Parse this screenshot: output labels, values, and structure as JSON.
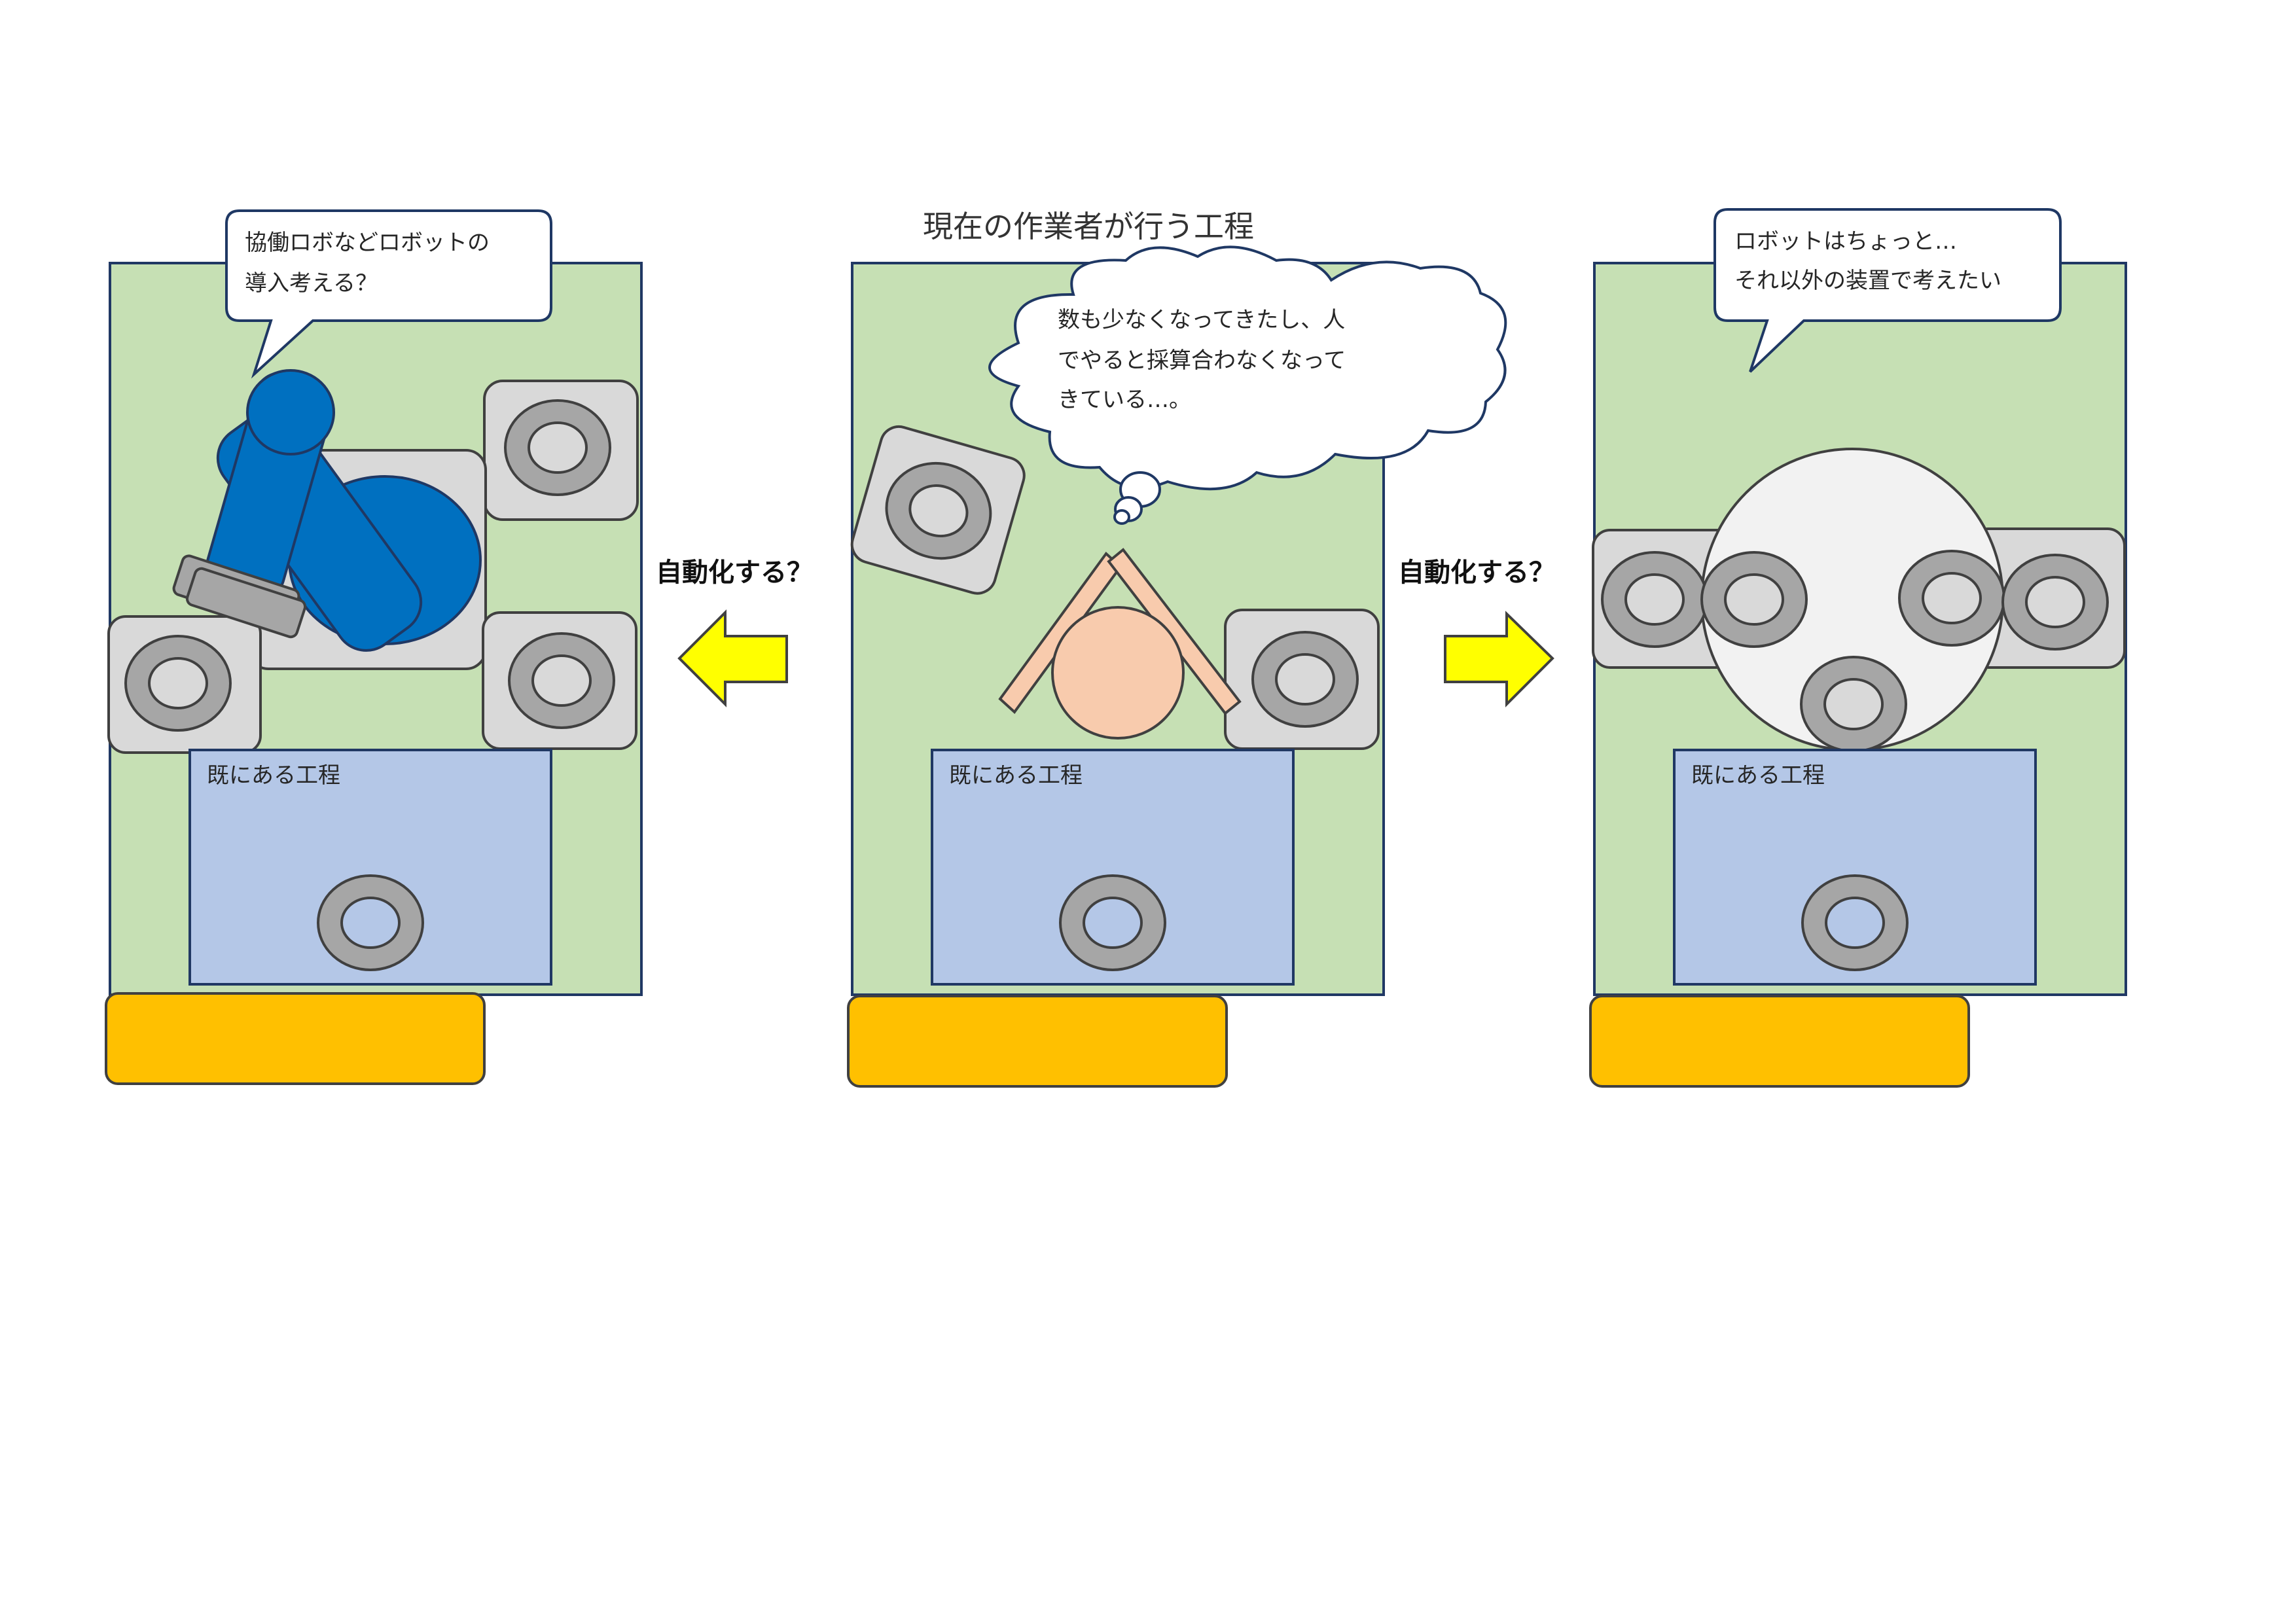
{
  "title": "現在の作業者が行う工程",
  "panels": {
    "left": {
      "bubble_lines": [
        "協働ロボなどロボットの",
        "導入考える？"
      ],
      "process_label": "既にある工程"
    },
    "center": {
      "thought_lines": [
        "数も少なくなってきたし、人",
        "でやると採算合わなくなって",
        "きている…。"
      ],
      "process_label": "既にある工程"
    },
    "right": {
      "bubble_lines": [
        "ロボットはちょっと…",
        "それ以外の装置で考えたい"
      ],
      "process_label": "既にある工程"
    }
  },
  "arrows": {
    "left_label": "自動化する？",
    "right_label": "自動化する？"
  },
  "icons": {
    "robot": "collaborative-robot-arm-icon",
    "worker": "worker-top-view-icon",
    "parts_feeder": "rotary-feeder-icon",
    "part": "ring-part-icon"
  },
  "colors": {
    "work_area": "#c6e0b4",
    "process": "#b4c7e7",
    "base": "#ffc000",
    "robot": "#0070c0",
    "worker_skin": "#f8cbad",
    "arrow": "#ffff00",
    "tray": "#d9d9d9",
    "ring": "#a6a6a6"
  }
}
